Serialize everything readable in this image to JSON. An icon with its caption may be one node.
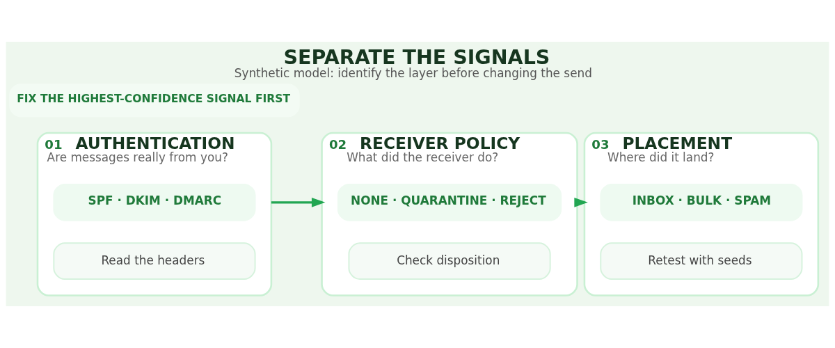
{
  "diagram": {
    "title": "SEPARATE THE SIGNALS",
    "caption": "Synthetic model: identify the layer before changing the send",
    "nodes": [
      {
        "text": [
          "01",
          "AUTHENTICATION",
          "Are messages really from you?"
        ]
      },
      {
        "text": [
          "SPF · DKIM · DMARC"
        ],
        "in": 0
      },
      {
        "text": [
          "Read the headers"
        ],
        "in": 0
      },
      {
        "text": [
          "02",
          "RECEIVER POLICY",
          "What did the receiver do?"
        ]
      },
      {
        "text": [
          "NONE · QUARANTINE · REJECT"
        ],
        "in": 3
      },
      {
        "text": [
          "Check disposition"
        ],
        "in": 3
      },
      {
        "text": [
          "03",
          "PLACEMENT",
          "Where did it land?"
        ]
      },
      {
        "text": [
          "INBOX · BULK · SPAM"
        ],
        "in": 6
      },
      {
        "text": [
          "Retest with seeds"
        ],
        "in": 6
      }
    ],
    "edges": [
      {
        "from": 0,
        "to": 3,
        "arrow": "to"
      },
      {
        "from": 3,
        "to": 6,
        "arrow": "to"
      }
    ],
    "labels": [
      "FIX THE HIGHEST-CONFIDENCE SIGNAL FIRST"
    ]
  }
}
